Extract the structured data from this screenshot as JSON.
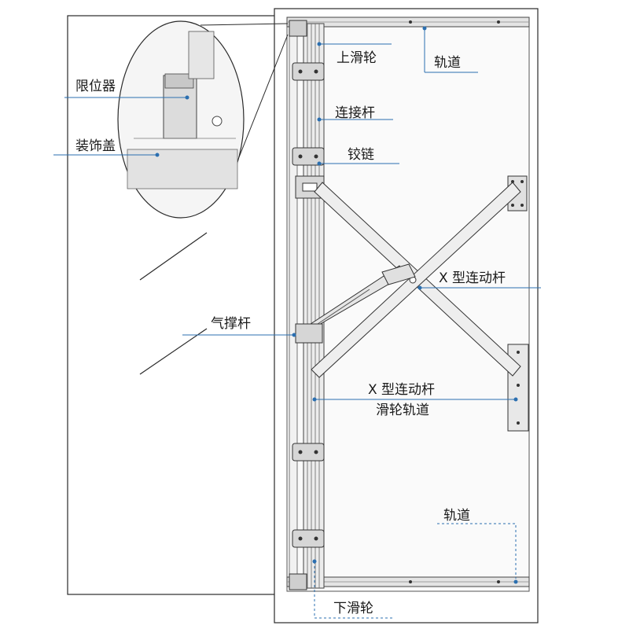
{
  "labels": {
    "upper_pulley": "上滑轮",
    "track_top": "轨道",
    "limiter": "限位器",
    "connecting_rod": "连接杆",
    "decorative_cover": "装饰盖",
    "hinge": "铰链",
    "x_linkage_rod": "X 型连动杆",
    "gas_strut": "气撑杆",
    "x_linkage_pulley_track_line1": "X 型连动杆",
    "x_linkage_pulley_track_line2": "滑轮轨道",
    "track_bottom": "轨道",
    "lower_pulley": "下滑轮"
  },
  "colors": {
    "line": "#2a2a2a",
    "leader": "#2b6fb0",
    "metal": "#d9d9d9",
    "panel": "#f7f7f7"
  }
}
